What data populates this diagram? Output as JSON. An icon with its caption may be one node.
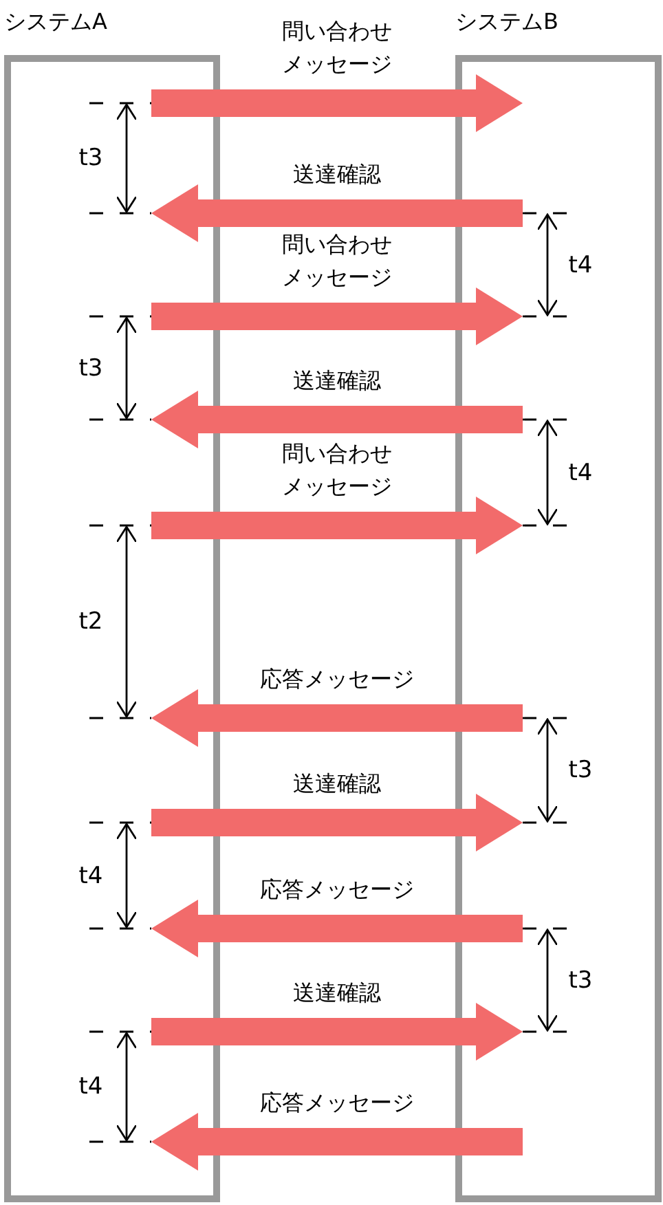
{
  "diagram": {
    "nodes": [
      {
        "text": [
          "システムA"
        ]
      },
      {
        "text": [
          "システムB"
        ]
      }
    ],
    "edges": [
      {
        "from": 0,
        "to": 1,
        "arrow": "to",
        "label": "問い合わせメッセージ"
      },
      {
        "from": 1,
        "to": 0,
        "arrow": "to",
        "label": "送達確認"
      },
      {
        "from": 0,
        "to": 1,
        "arrow": "to",
        "label": "問い合わせメッセージ"
      },
      {
        "from": 1,
        "to": 0,
        "arrow": "to",
        "label": "送達確認"
      },
      {
        "from": 0,
        "to": 1,
        "arrow": "to",
        "label": "問い合わせメッセージ"
      },
      {
        "from": 1,
        "to": 0,
        "arrow": "to",
        "label": "応答メッセージ"
      },
      {
        "from": 0,
        "to": 1,
        "arrow": "to",
        "label": "送達確認"
      },
      {
        "from": 1,
        "to": 0,
        "arrow": "to",
        "label": "応答メッセージ"
      },
      {
        "from": 0,
        "to": 1,
        "arrow": "to",
        "label": "送達確認"
      },
      {
        "from": 1,
        "to": 0,
        "arrow": "to",
        "label": "応答メッセージ"
      }
    ],
    "labels": [
      "t3",
      "t4",
      "t3",
      "t4",
      "t2",
      "t3",
      "t4",
      "t3",
      "t4"
    ]
  }
}
